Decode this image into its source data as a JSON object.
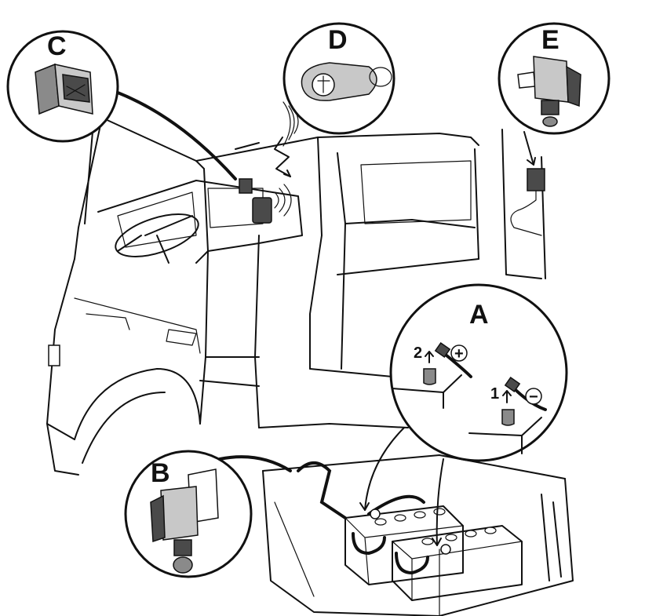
{
  "callouts": {
    "a": {
      "letter": "A"
    },
    "b": {
      "letter": "B"
    },
    "c": {
      "letter": "C"
    },
    "d": {
      "letter": "D"
    },
    "e": {
      "letter": "E"
    }
  },
  "terminals": {
    "positive_symbol": "+",
    "negative_symbol": "−",
    "step_positive": "2",
    "step_negative": "1"
  },
  "icons": [
    "cab-outline-icon",
    "battery-icon",
    "battery-switch-icon",
    "remote-key-fob-icon",
    "rocker-switch-icon",
    "signal-waves-icon"
  ]
}
